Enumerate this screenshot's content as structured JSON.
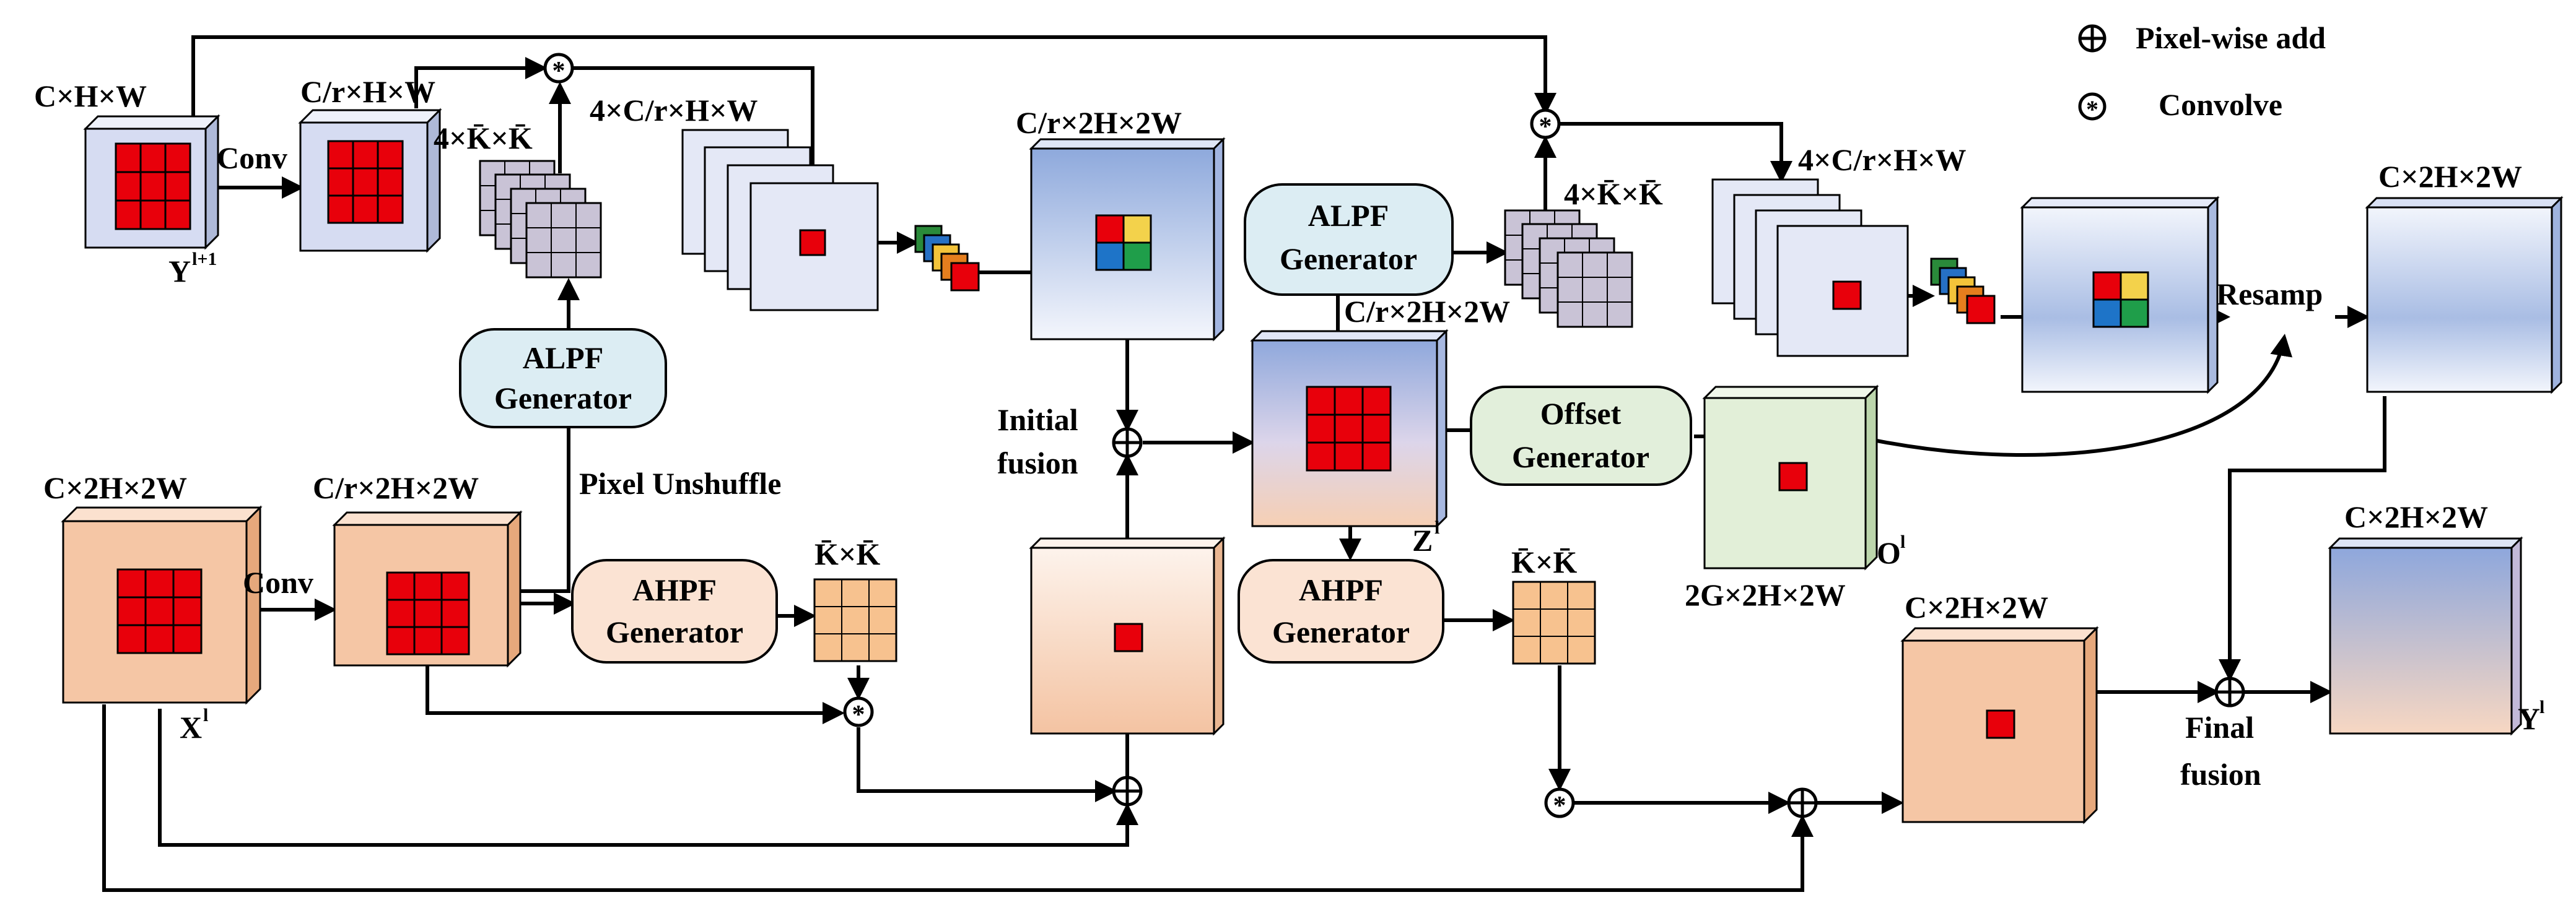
{
  "legend": {
    "add_label": "Pixel-wise add",
    "conv_label": "Convolve"
  },
  "labels": {
    "y_in_dims": "C×H×W",
    "y_in_name": "Y",
    "y_in_sup": "l+1",
    "conv_top": "Conv",
    "y_conv_dims": "C/r×H×W",
    "kernel_top_left": "4×K̄×K̄",
    "stack_top_left": "4×C/r×H×W",
    "feat_top_mid": "C/r×2H×2W",
    "kernel_top_right": "4×K̄×K̄",
    "stack_top_right": "4×C/r×H×W",
    "resamp": "Resamp",
    "out_top_right": "C×2H×2W",
    "x_in_dims": "C×2H×2W",
    "x_in_name": "X",
    "x_in_sup": "l",
    "conv_bottom": "Conv",
    "x_conv_dims": "C/r×2H×2W",
    "pixel_unshuffle": "Pixel Unshuffle",
    "kernel_bottom_left": "K̄×K̄",
    "initial_fusion_1": "Initial",
    "initial_fusion_2": "fusion",
    "z_dims": "C/r×2H×2W",
    "z_name": "Z",
    "z_sup": "l",
    "offset_name": "O",
    "offset_sup": "l",
    "offset_dims": "2G×2H×2W",
    "kernel_bottom_mid": "K̄×K̄",
    "hp_out_dims": "C×2H×2W",
    "final_fusion_1": "Final",
    "final_fusion_2": "fusion",
    "y_out_dims": "C×2H×2W",
    "y_out_name": "Y",
    "y_out_sup": "l"
  },
  "modules": {
    "alpf_left_1": "ALPF",
    "alpf_left_2": "Generator",
    "alpf_right_1": "ALPF",
    "alpf_right_2": "Generator",
    "offset_1": "Offset",
    "offset_2": "Generator",
    "ahpf_left_1": "AHPF",
    "ahpf_left_2": "Generator",
    "ahpf_right_1": "AHPF",
    "ahpf_right_2": "Generator"
  },
  "colors": {
    "kernel_red": "#e8000b",
    "blue_feature": "#d6dcf2",
    "peach_feature": "#f5c6a5",
    "lowpass_gen_fill": "#dcedf3",
    "highpass_gen_fill": "#fbe3d3",
    "offset_gen_fill": "#e2efdb",
    "offset_map_fill": "#e2efd8",
    "kernel_purple": "#c9c3d6",
    "kernel_orange": "#f7c28f"
  },
  "icons": {
    "add": "pixel-wise-add-icon",
    "conv": "convolve-icon"
  }
}
